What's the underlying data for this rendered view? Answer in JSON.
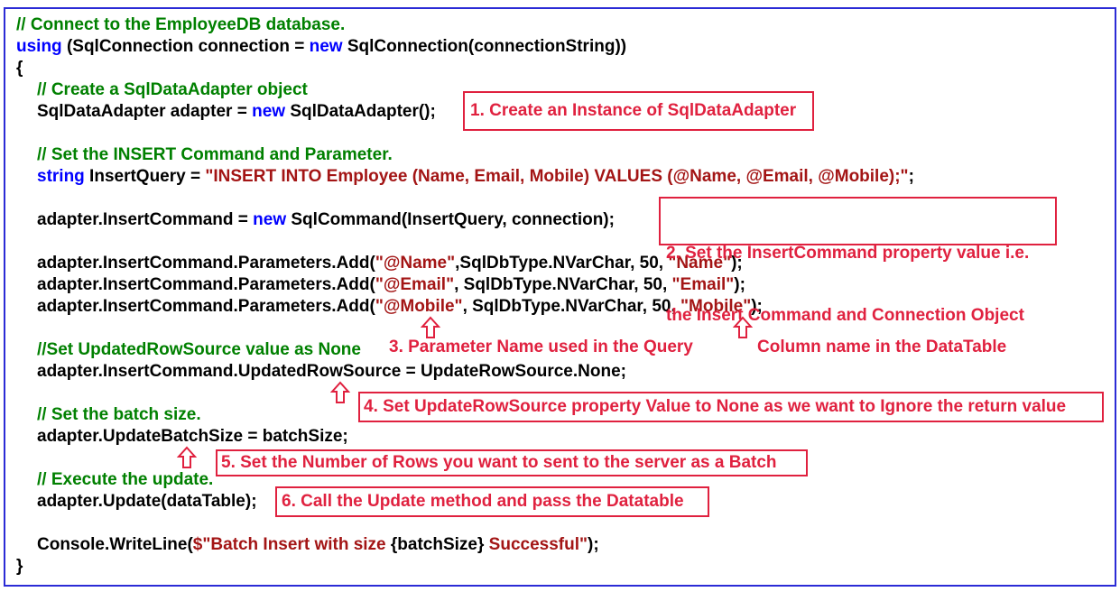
{
  "code": {
    "line1": "// Connect to the EmployeeDB database.",
    "line2_kw": "using",
    "line2_a": " (SqlConnection connection = ",
    "line2_kw2": "new",
    "line2_b": " SqlConnection(connectionString))",
    "line3": "{",
    "line4": "// Create a SqlDataAdapter object",
    "line5_a": "SqlDataAdapter adapter = ",
    "line5_kw": "new",
    "line5_b": " SqlDataAdapter();",
    "line6": "// Set the INSERT Command and Parameter.",
    "line7_kw": "string",
    "line7_a": " InsertQuery = ",
    "line7_str": "\"INSERT INTO Employee (Name, Email, Mobile) VALUES (@Name, @Email, @Mobile);\"",
    "line7_b": ";",
    "line8_a": "adapter.InsertCommand = ",
    "line8_kw": "new",
    "line8_b": " SqlCommand(InsertQuery, connection);",
    "line9_a": "adapter.InsertCommand.Parameters.Add(",
    "line9_s1": "\"@Name\"",
    "line9_b": ",SqlDbType.NVarChar, 50, ",
    "line9_s2": "\"Name\"",
    "line9_c": ");",
    "line10_a": "adapter.InsertCommand.Parameters.Add(",
    "line10_s1": "\"@Email\"",
    "line10_b": ", SqlDbType.NVarChar, 50, ",
    "line10_s2": "\"Email\"",
    "line10_c": ");",
    "line11_a": "adapter.InsertCommand.Parameters.Add(",
    "line11_s1": "\"@Mobile\"",
    "line11_b": ", SqlDbType.NVarChar, 50, ",
    "line11_s2": "\"Mobile\"",
    "line11_c": ");",
    "line12": "//Set UpdatedRowSource value as None",
    "line13": "adapter.InsertCommand.UpdatedRowSource = UpdateRowSource.None;",
    "line14": "// Set the batch size.",
    "line15": "adapter.UpdateBatchSize = batchSize;",
    "line16": "// Execute the update.",
    "line17": "adapter.Update(dataTable);",
    "line18_a": "Console.WriteLine(",
    "line18_str": "$\"Batch Insert with size ",
    "line18_b": "{batchSize}",
    "line18_str2": " Successful\"",
    "line18_c": ");",
    "line19": "}"
  },
  "annotations": {
    "a1": "1. Create an Instance of SqlDataAdapter",
    "a2_l1": "2. Set the InsertCommand property value i.e.",
    "a2_l2": "the Insert Command and Connection Object",
    "a3": "3. Parameter Name used in the Query",
    "a3b": "Column name in the DataTable",
    "a4": "4. Set UpdateRowSource property Value to None as we want to Ignore the return value",
    "a5": "5. Set the Number of Rows you want to sent to the server as a Batch",
    "a6": "6. Call the Update method and pass the Datatable"
  },
  "colors": {
    "comment": "#008000",
    "keyword": "#0000ff",
    "string": "#a31515",
    "annotation": "#e0213f",
    "frame": "#2b2bd6"
  }
}
